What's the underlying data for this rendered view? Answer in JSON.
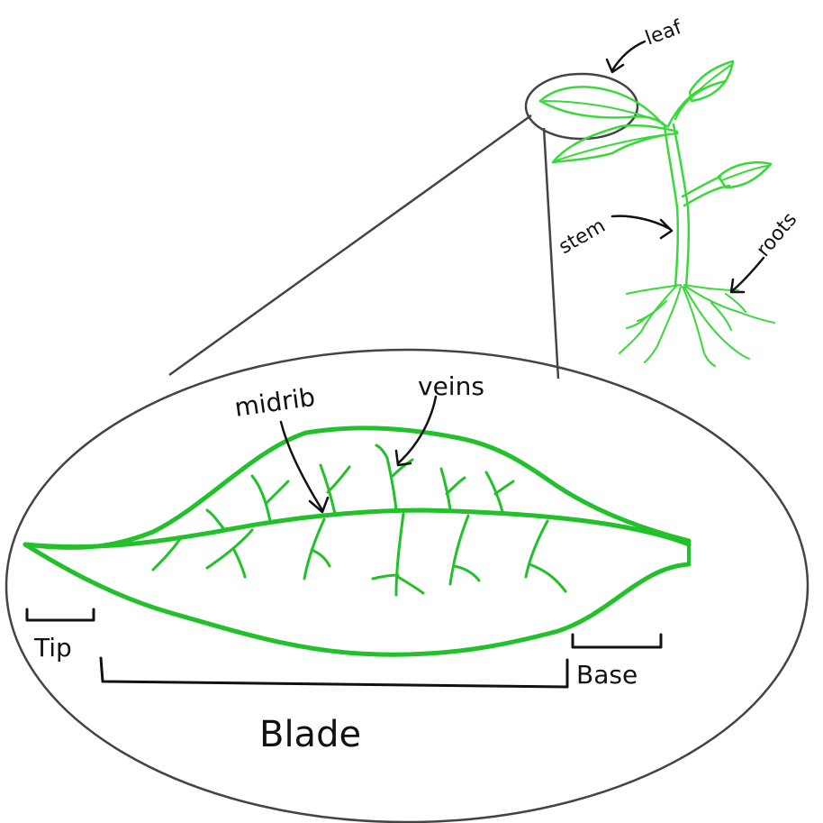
{
  "labels": {
    "leaf": "leaf",
    "stem": "stem",
    "roots": "roots",
    "midrib": "midrib",
    "veins": "veins",
    "tip": "Tip",
    "blade": "Blade",
    "base": "Base"
  },
  "colors": {
    "leaf_green": "#22c02a",
    "plant_green": "#3ad83a",
    "ink": "#111111",
    "outline": "#444444"
  }
}
